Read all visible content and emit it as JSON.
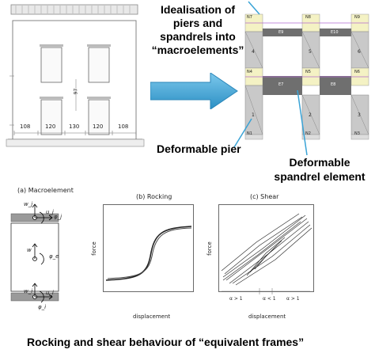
{
  "captions": {
    "idealisation": [
      "Idealisation of",
      "piers and",
      "spandrels into",
      "“macroelements”"
    ],
    "deformable_pier": "Deformable pier",
    "deformable_spandrel": [
      "Deformable",
      "spandrel element"
    ],
    "bottom_title": "Rocking and shear behaviour of “equivalent frames”"
  },
  "facade": {
    "dimensions": [
      "108",
      "120",
      "130",
      "120",
      "108"
    ],
    "level_label": "97"
  },
  "frame_model": {
    "top_nodes": [
      "N7",
      "N8",
      "N9"
    ],
    "mid_nodes": [
      "N4",
      "N5",
      "N6"
    ],
    "base_nodes": [
      "N1",
      "N2",
      "N3"
    ],
    "piers_upper": [
      "4",
      "5",
      "6"
    ],
    "piers_lower": [
      "1",
      "2",
      "3"
    ],
    "spandrels_upper": [
      "E9",
      "E10"
    ],
    "spandrels_lower": [
      "E7",
      "E8"
    ]
  },
  "panels": {
    "macroelement": {
      "title": "(a) Macroelement",
      "labels": [
        "w_j",
        "u_j",
        "φ_j",
        "w",
        "φ_e",
        "w_i",
        "u_i",
        "φ_i"
      ]
    },
    "rocking": {
      "title": "(b) Rocking",
      "xlabel": "displacement",
      "ylabel": "force"
    },
    "shear": {
      "title": "(c) Shear",
      "xlabel": "displacement",
      "ylabel": "force",
      "alpha_labels": [
        "α > 1",
        "α < 1",
        "α > 1"
      ]
    }
  },
  "colors": {
    "arrow": "#39a3d6",
    "pier": "#c9c9c9",
    "spandrel": "#6f6f6f",
    "node_zone": "#f4f2c4",
    "leader": "#39a3d6"
  }
}
